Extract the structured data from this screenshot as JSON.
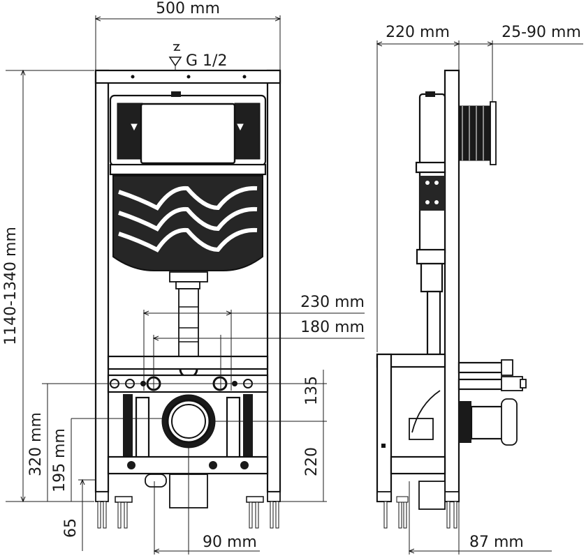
{
  "labels": {
    "width": "500 mm",
    "supply": "G 1/2",
    "height": "1140-1340 mm",
    "depth": "220 mm",
    "wall_offset": "25-90 mm",
    "drain_outer_spacing": "230 mm",
    "drain_inner_spacing": "180 mm",
    "vertical_135": "135",
    "vertical_220": "220",
    "height_320": "320 mm",
    "height_195": "195 mm",
    "foot_65": "65",
    "offset_90": "90 mm",
    "offset_87": "87 mm"
  }
}
